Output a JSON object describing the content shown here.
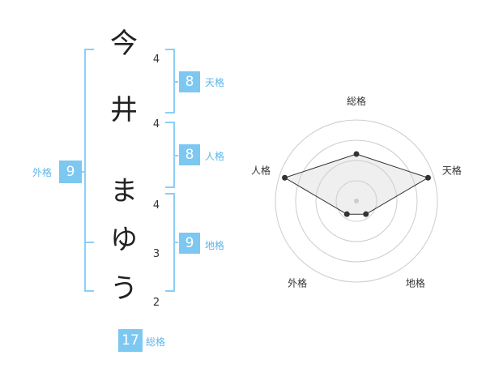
{
  "name_chars": [
    {
      "char": "今",
      "strokes": "4"
    },
    {
      "char": "井",
      "strokes": "4"
    },
    {
      "char": "ま",
      "strokes": "4"
    },
    {
      "char": "ゆ",
      "strokes": "3"
    },
    {
      "char": "う",
      "strokes": "2"
    }
  ],
  "kakusu": {
    "tenkaku": {
      "value": "8",
      "label": "天格"
    },
    "jinkaku": {
      "value": "8",
      "label": "人格"
    },
    "chikaku": {
      "value": "9",
      "label": "地格"
    },
    "gaikaku": {
      "value": "9",
      "label": "外格"
    },
    "soukaku": {
      "value": "17",
      "label": "総格"
    }
  },
  "colors": {
    "accent": "#7cc8f1",
    "bracket": "#8ccff6",
    "label": "#5cb6ea"
  },
  "chart_data": {
    "type": "radar",
    "axes": [
      "総格",
      "天格",
      "地格",
      "外格",
      "人格"
    ],
    "values": [
      0.58,
      0.93,
      0.2,
      0.2,
      0.93
    ],
    "rings": 4,
    "range": [
      0,
      1
    ]
  }
}
